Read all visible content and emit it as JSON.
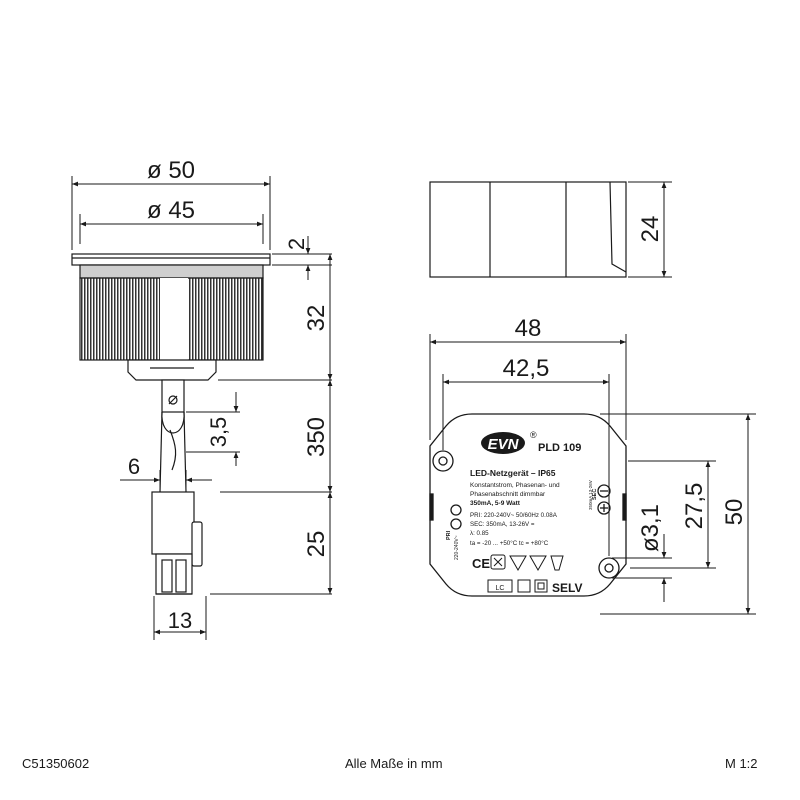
{
  "dimensions": {
    "dia50": "ø 50",
    "dia45": "ø 45",
    "rim": "2",
    "body_h": "32",
    "cable_len": "350",
    "cable_d": "3,5",
    "cable_w": "6",
    "conn_len": "25",
    "conn_w": "13",
    "psu_h": "24",
    "psu_w": "48",
    "hole_pitch": "42,5",
    "psu_depth": "50",
    "hole_off": "27,5",
    "hole_d": "ø3,1"
  },
  "label": {
    "brand": "EVN",
    "reg": "®",
    "model": "PLD 109",
    "line1": "LED-Netzgerät  –  IP65",
    "line2": "Konstantstrom, Phasenan- und",
    "line3": "Phasenabschnitt dimmbar",
    "line4": "350mA, 5-9 Watt",
    "line5": "PRI: 220-240V~   50/60Hz 0.08A",
    "line6": "SEC: 350mA, 13-26V =",
    "line7": "λ: 0.85",
    "line8": "ta = -20 ... +50°C  tc = +80°C",
    "pri": "PRI",
    "pri_v": "220-240V~",
    "sec": "SEC",
    "sec_v": "350mA 13-26V",
    "ce": "CE",
    "selv": "SELV",
    "lc": "LC"
  },
  "footer": {
    "code": "C51350602",
    "units": "Alle Maße in mm",
    "scale": "M 1:2"
  }
}
